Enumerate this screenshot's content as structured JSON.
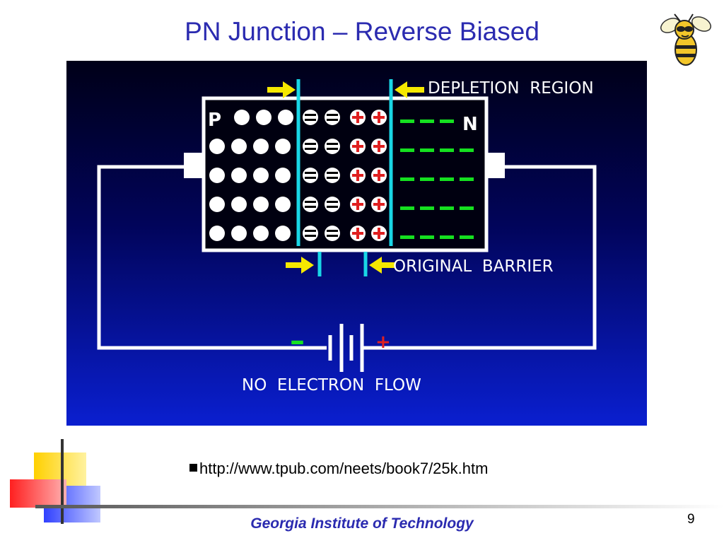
{
  "slide": {
    "title": "PN Junction – Reverse Biased",
    "bullet": "http://www.tpub.com/neets/book7/25k.htm",
    "footer": "Georgia Institute of Technology",
    "page_number": "9"
  },
  "diagram": {
    "labels": {
      "depletion_region": "DEPLETION  REGION",
      "original_barrier": "ORIGINAL  BARRIER",
      "no_electron_flow": "NO  ELECTRON  FLOW",
      "p_label": "P",
      "n_label": "N"
    },
    "battery": {
      "negative": "–",
      "positive": "+"
    },
    "colors": {
      "background_top": "#000018",
      "background_bottom": "#0a1fd0",
      "wire": "#ffffff",
      "depletion_line": "#19d6e6",
      "arrow": "#f5e800",
      "electron_dash": "#15e020",
      "positive_ion": "#e02020"
    },
    "icons": [
      "arrow-right-icon",
      "arrow-left-icon",
      "battery-icon",
      "hole-icon",
      "negative-ion-icon",
      "positive-ion-icon",
      "electron-icon"
    ]
  },
  "mascot": {
    "icon": "yellow-jacket-mascot-icon"
  }
}
